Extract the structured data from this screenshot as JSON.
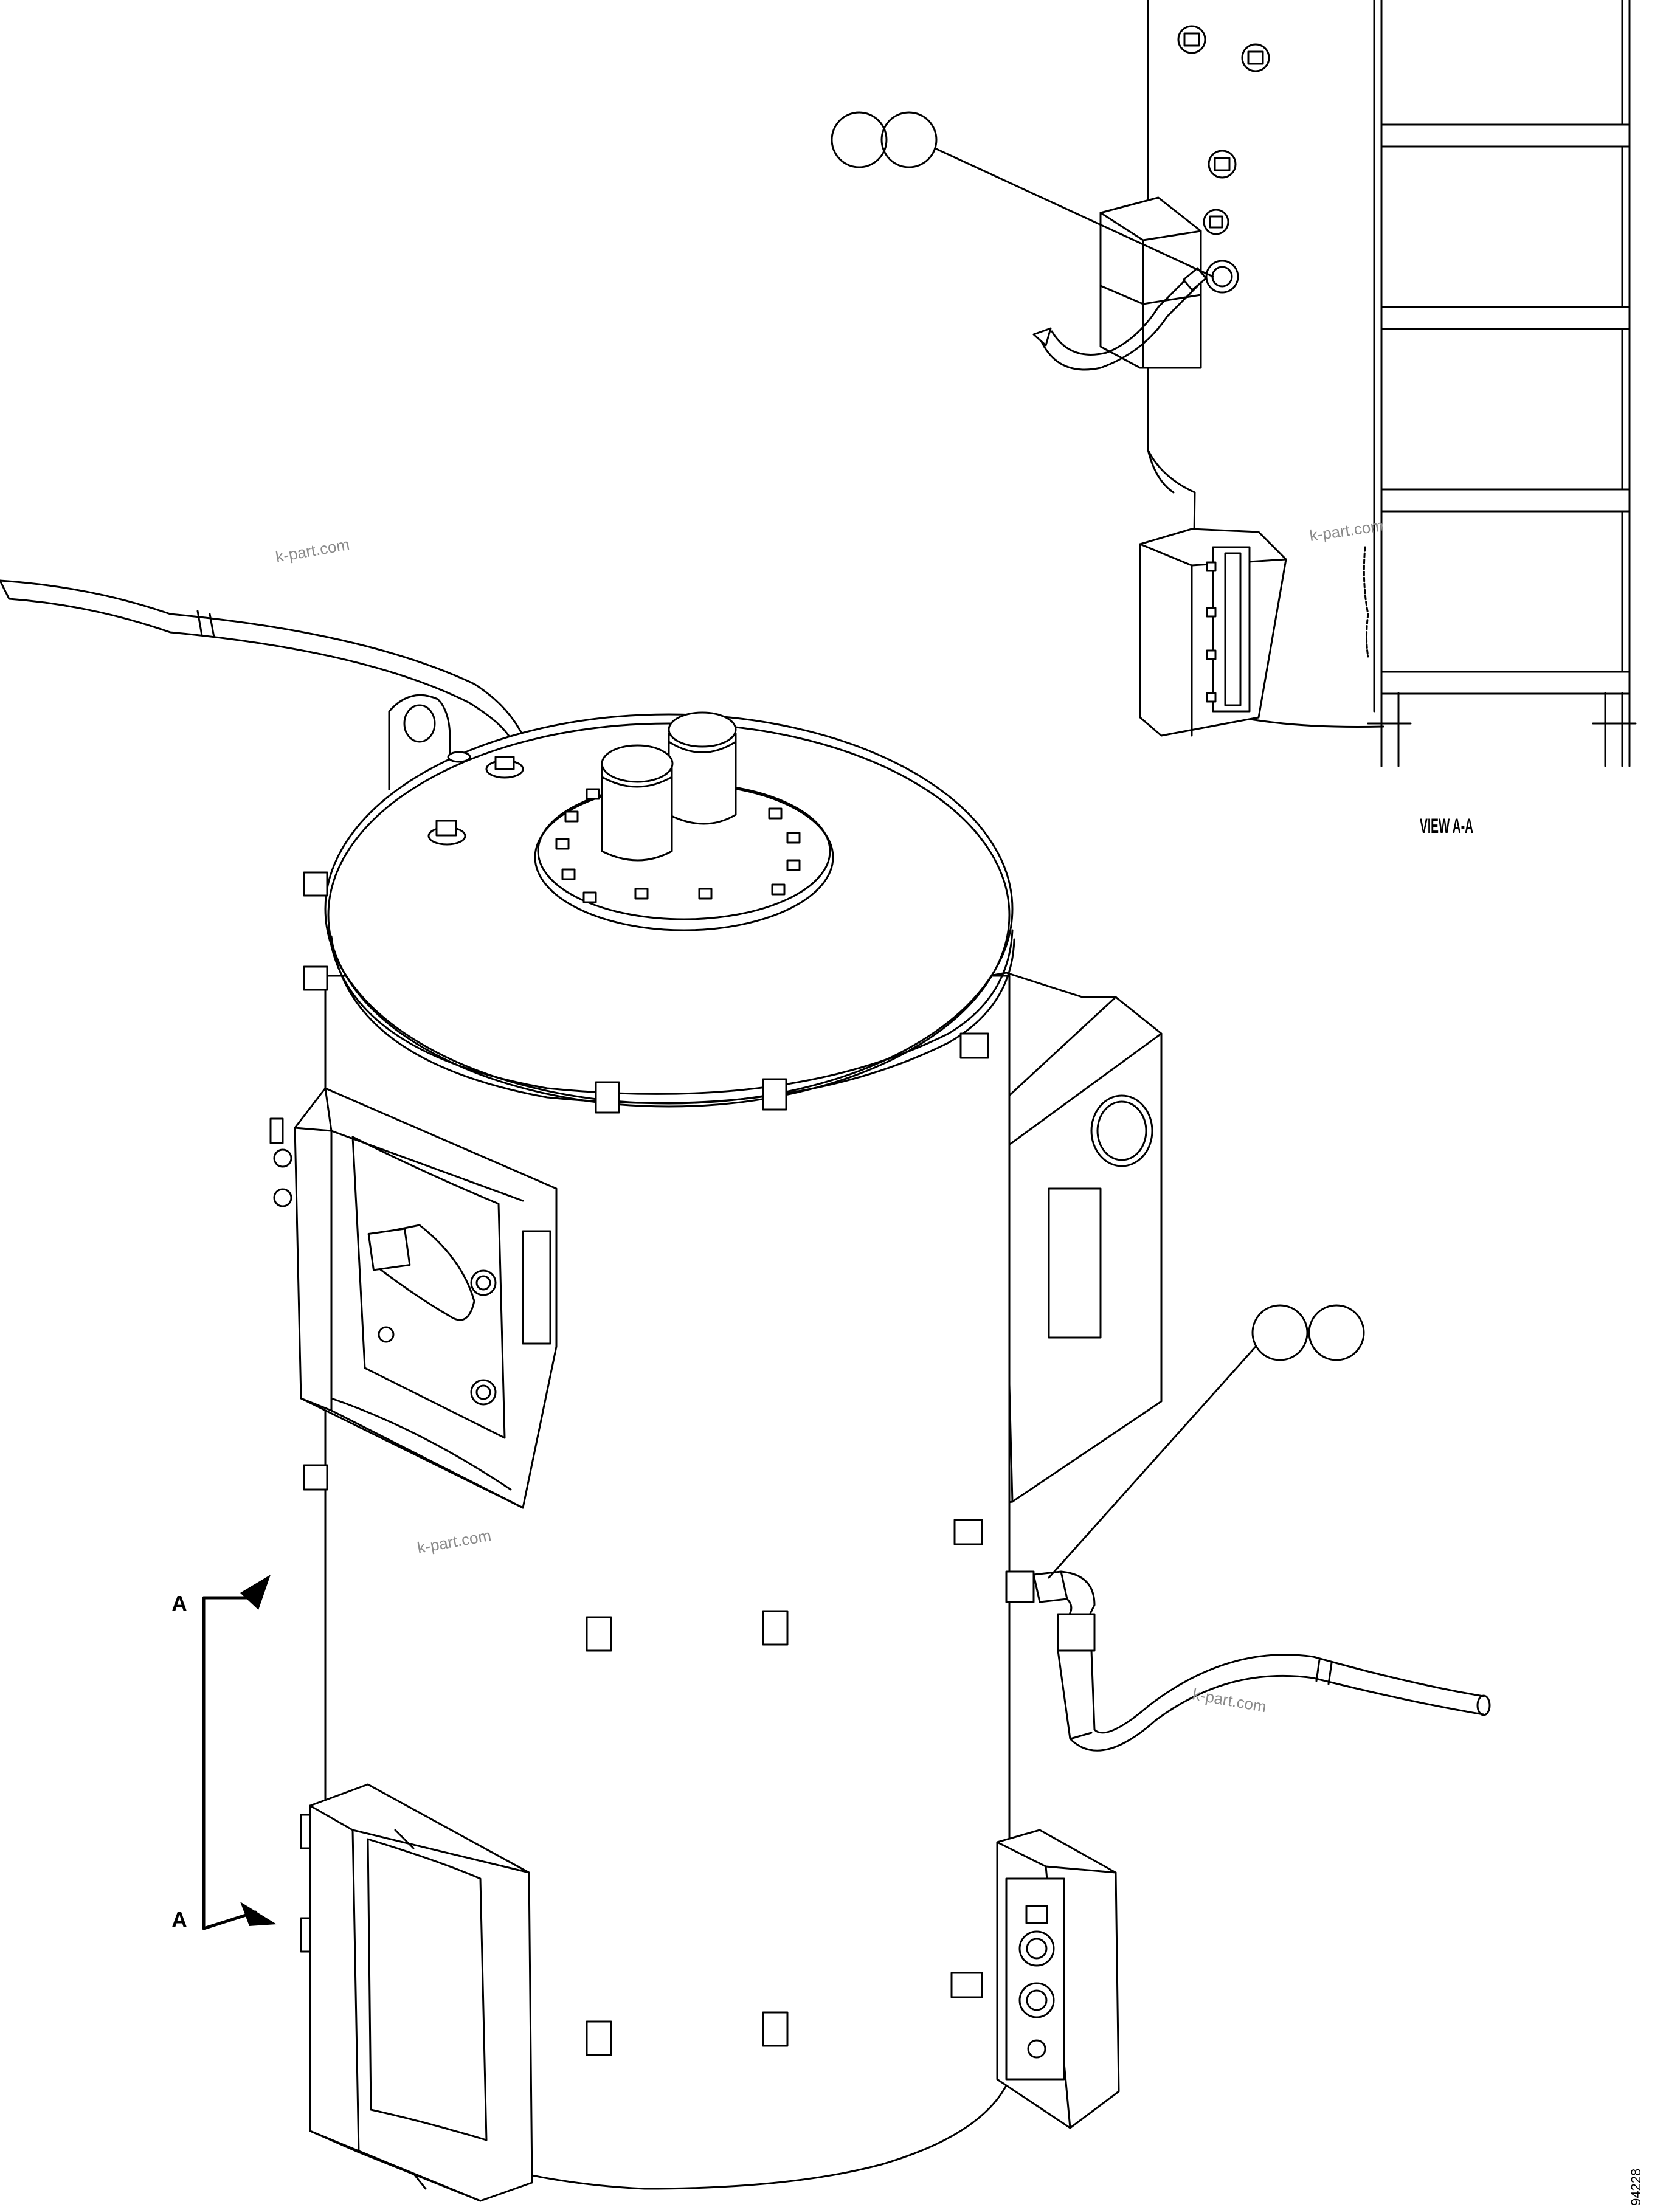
{
  "view_label": "VIEW A-A",
  "section_marker": "A",
  "section_marker_bottom": "A",
  "watermark": "k-part.com",
  "drawing_number": "94228"
}
